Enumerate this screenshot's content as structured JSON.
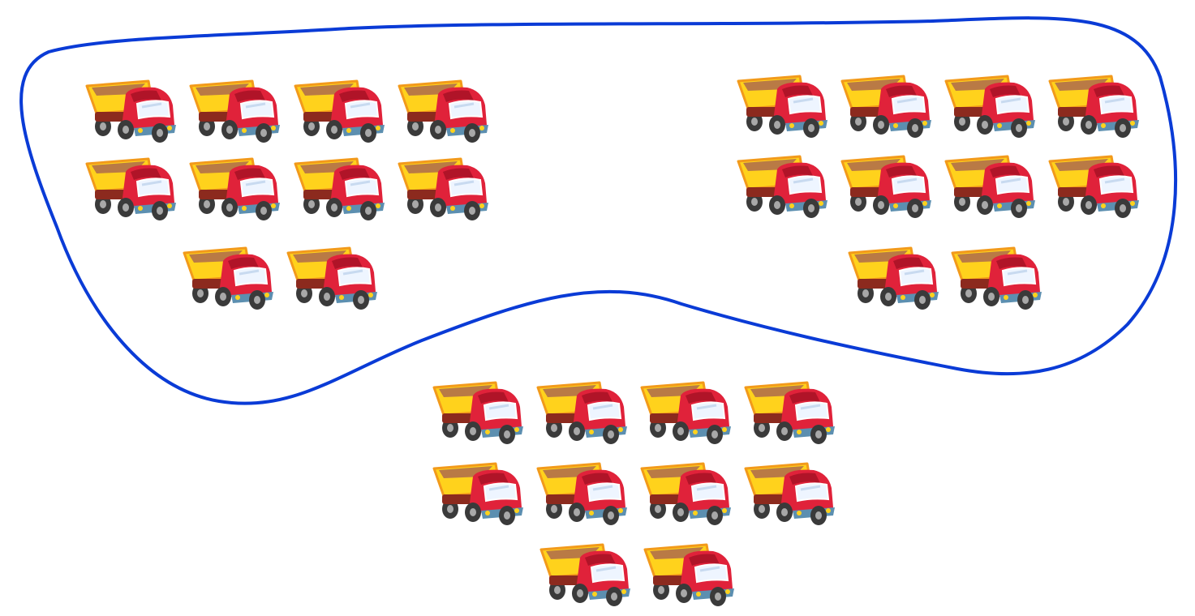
{
  "scene": {
    "groups": [
      {
        "name": "group-left",
        "encircled": true,
        "truck_count": 10
      },
      {
        "name": "group-right",
        "encircled": true,
        "truck_count": 10
      },
      {
        "name": "group-bottom",
        "encircled": false,
        "truck_count": 10
      }
    ],
    "total_trucks": 30,
    "icon": "dump-truck-icon"
  },
  "colors": {
    "outline": "#0a3bd6",
    "cab": "#e0223a",
    "cab_dark": "#b01428",
    "bed": "#ffd21c",
    "bed_rim": "#f29a1b",
    "cargo": "#b97a45",
    "window": "#eef5ff",
    "wheel": "#3a3a3a",
    "hub": "#a8a8a8",
    "bumper": "#5c8fb0"
  }
}
